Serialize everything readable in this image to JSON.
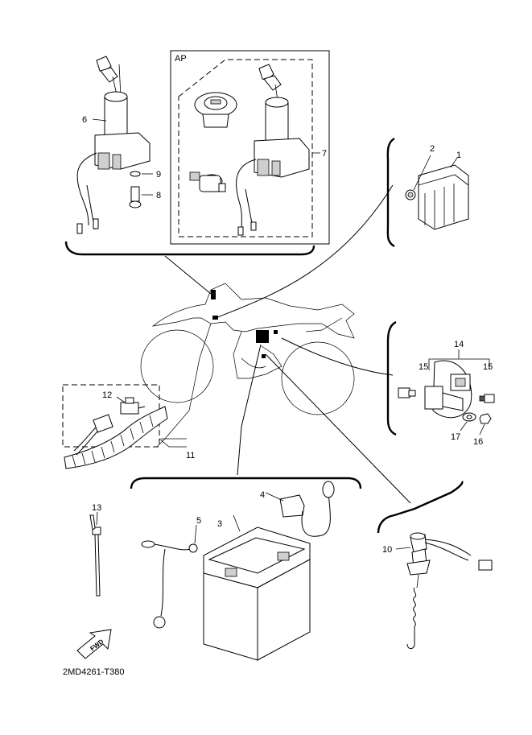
{
  "diagram": {
    "drawing_code": "2MD4261-T380",
    "ap_label": "AP",
    "fwd_label": "FWD",
    "callouts": {
      "c1": "1",
      "c2": "2",
      "c3": "3",
      "c4": "4",
      "c5": "5",
      "c6": "6",
      "c7": "7",
      "c8": "8",
      "c9": "9",
      "c10": "10",
      "c11": "11",
      "c12": "12",
      "c13": "13",
      "c14": "14",
      "c15a": "15",
      "c15b": "15",
      "c16": "16",
      "c17": "17"
    }
  }
}
